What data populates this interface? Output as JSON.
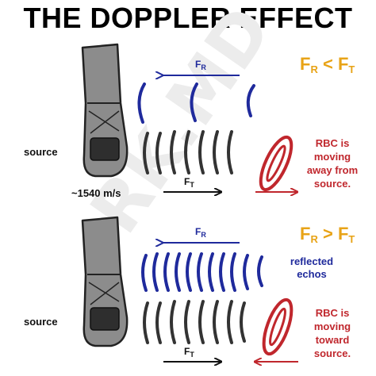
{
  "title": "THE DOPPLER EFFECT",
  "watermark": "RK.MD",
  "colors": {
    "red": "#c0272d",
    "blue": "#1f2a9c",
    "orange": "#e8a317",
    "probe": "#8c8c8c",
    "wave": "#333333"
  },
  "top": {
    "source_label": "source",
    "speed_label": "~1540 m/s",
    "fr_label": "F",
    "fr_sub": "R",
    "ft_label": "F",
    "ft_sub": "T",
    "comparison": {
      "left": "F",
      "left_sub": "R",
      "op": "<",
      "right": "F",
      "right_sub": "T"
    },
    "rbc_text": [
      "RBC is",
      "moving",
      "away from",
      "source."
    ]
  },
  "bottom": {
    "source_label": "source",
    "fr_label": "F",
    "fr_sub": "R",
    "ft_label": "F",
    "ft_sub": "T",
    "comparison": {
      "left": "F",
      "left_sub": "R",
      "op": ">",
      "right": "F",
      "right_sub": "T"
    },
    "reflected_text": [
      "reflected",
      "echos"
    ],
    "rbc_text": [
      "RBC is",
      "moving",
      "toward",
      "source."
    ]
  }
}
